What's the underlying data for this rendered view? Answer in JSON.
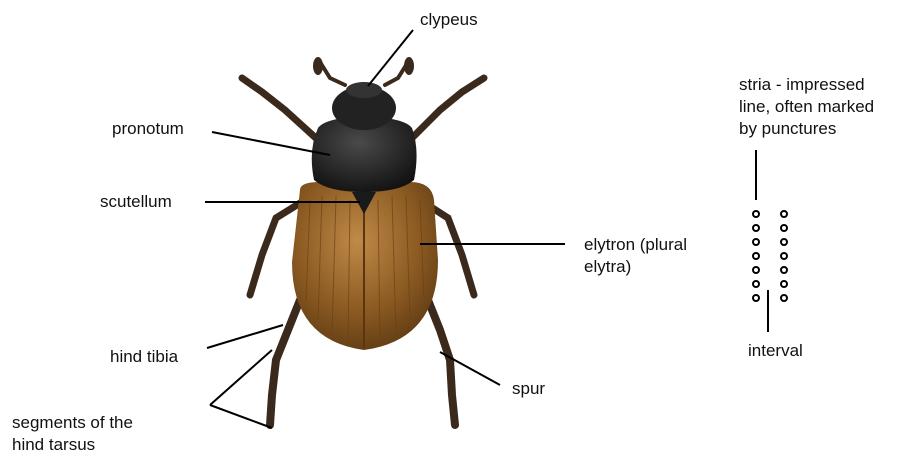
{
  "labels": {
    "clypeus": "clypeus",
    "pronotum": "pronotum",
    "scutellum": "scutellum",
    "elytron_line1": "elytron (plural",
    "elytron_line2": "elytra)",
    "hind_tibia": "hind tibia",
    "tarsus_line1": "segments of the",
    "tarsus_line2": "hind tarsus",
    "spur": "spur",
    "stria_line1": "stria - impressed",
    "stria_line2": "line, often marked",
    "stria_line3": "by punctures",
    "interval": "interval"
  },
  "colors": {
    "pronotum": "#1c1c1c",
    "elytra": "#8b5a22",
    "elytra_light": "#b27a3a",
    "legs": "#3b2a1c"
  }
}
